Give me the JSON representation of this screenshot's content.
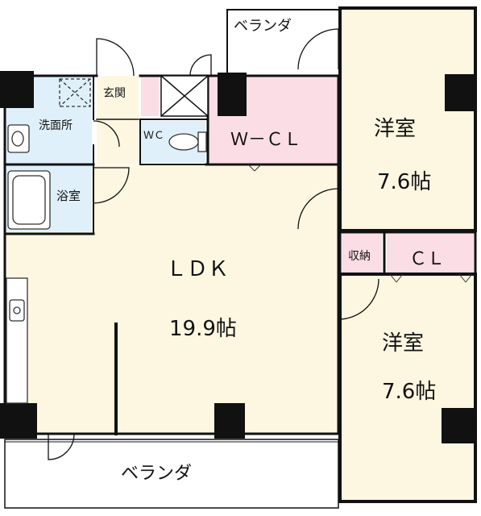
{
  "labels": {
    "veranda_top": "ベランダ",
    "veranda_bottom": "ベランダ",
    "genkan": "玄関",
    "washroom": "洗面所",
    "wc": "ＷＣ",
    "wcl": "Ｗ－ＣＬ",
    "bath": "浴室",
    "ldk": "ＬＤＫ",
    "ldk_area": "19.9帖",
    "bed1": "洋室",
    "bed1_area": "7.6帖",
    "storage": "収納",
    "cl": "ＣＬ",
    "bed2": "洋室",
    "bed2_area": "7.6帖"
  },
  "colors": {
    "room_fill": "#fdf7e1",
    "closet_fill": "#fbdde6",
    "wet_fill": "#dff0fb",
    "wall": "#111111",
    "background": "#ffffff"
  }
}
